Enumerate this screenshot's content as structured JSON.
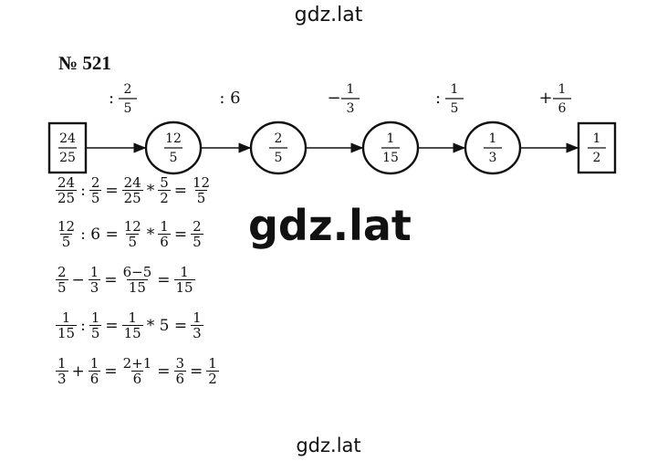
{
  "watermarks": {
    "top": "gdz.lat",
    "center": "gdz.lat",
    "bottom": "gdz.lat"
  },
  "task_number": "№ 521",
  "chain": {
    "nodes": [
      {
        "shape": "box",
        "num": "24",
        "den": "25"
      },
      {
        "shape": "ellipse",
        "num": "12",
        "den": "5"
      },
      {
        "shape": "ellipse",
        "num": "2",
        "den": "5"
      },
      {
        "shape": "ellipse",
        "num": "1",
        "den": "15"
      },
      {
        "shape": "ellipse",
        "num": "1",
        "den": "3"
      },
      {
        "shape": "box",
        "num": "1",
        "den": "2"
      }
    ],
    "operations": [
      {
        "sign": ":",
        "num": "2",
        "den": "5"
      },
      {
        "sign": ": 6",
        "num": "",
        "den": ""
      },
      {
        "sign": "−",
        "num": "1",
        "den": "3"
      },
      {
        "sign": ":",
        "num": "1",
        "den": "5"
      },
      {
        "sign": "+",
        "num": "1",
        "den": "6"
      }
    ]
  },
  "lines": [
    [
      {
        "f": [
          "24",
          "25"
        ]
      },
      {
        "o": ":"
      },
      {
        "f": [
          "2",
          "5"
        ]
      },
      {
        "o": "="
      },
      {
        "f": [
          "24",
          "25"
        ]
      },
      {
        "o": "*"
      },
      {
        "f": [
          "5",
          "2"
        ]
      },
      {
        "o": "="
      },
      {
        "f": [
          "12",
          "5"
        ]
      }
    ],
    [
      {
        "f": [
          "12",
          "5"
        ]
      },
      {
        "o": ": 6 ="
      },
      {
        "f": [
          "12",
          "5"
        ]
      },
      {
        "o": "*"
      },
      {
        "f": [
          "1",
          "6"
        ]
      },
      {
        "o": "="
      },
      {
        "f": [
          "2",
          "5"
        ]
      }
    ],
    [
      {
        "f": [
          "2",
          "5"
        ]
      },
      {
        "o": "−"
      },
      {
        "f": [
          "1",
          "3"
        ]
      },
      {
        "o": "="
      },
      {
        "f": [
          "6−5",
          "15"
        ]
      },
      {
        "o": "="
      },
      {
        "f": [
          "1",
          "15"
        ]
      }
    ],
    [
      {
        "f": [
          "1",
          "15"
        ]
      },
      {
        "o": ":"
      },
      {
        "f": [
          "1",
          "5"
        ]
      },
      {
        "o": "="
      },
      {
        "f": [
          "1",
          "15"
        ]
      },
      {
        "o": "* 5 ="
      },
      {
        "f": [
          "1",
          "3"
        ]
      }
    ],
    [
      {
        "f": [
          "1",
          "3"
        ]
      },
      {
        "o": "+"
      },
      {
        "f": [
          "1",
          "6"
        ]
      },
      {
        "o": "="
      },
      {
        "f": [
          "2+1",
          "6"
        ]
      },
      {
        "o": "="
      },
      {
        "f": [
          "3",
          "6"
        ]
      },
      {
        "o": "="
      },
      {
        "f": [
          "1",
          "2"
        ]
      }
    ]
  ]
}
